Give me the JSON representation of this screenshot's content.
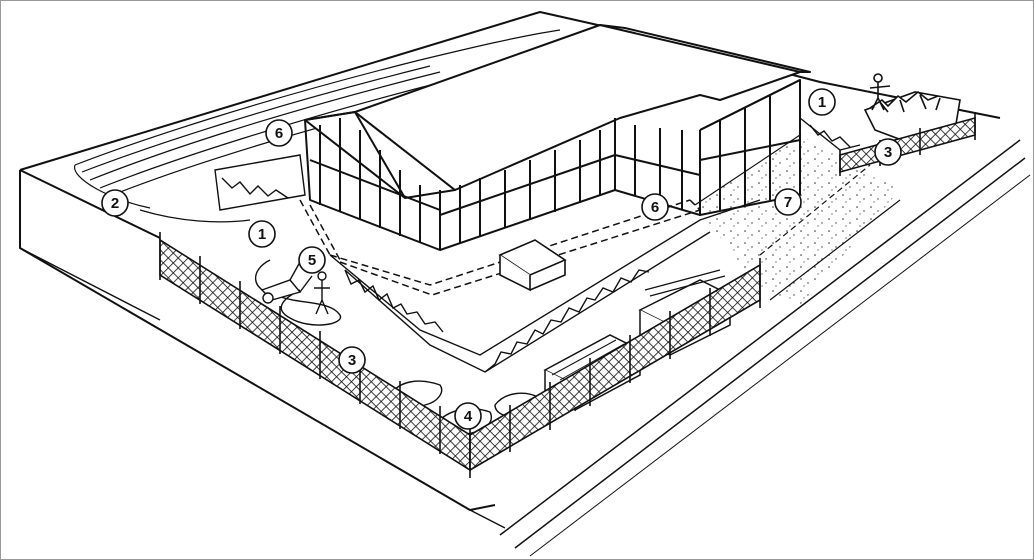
{
  "illustration": {
    "line_color": "#111111",
    "background": "#ffffff",
    "callouts": [
      {
        "id": "c1a",
        "label": "1"
      },
      {
        "id": "c1b",
        "label": "1"
      },
      {
        "id": "c2",
        "label": "2"
      },
      {
        "id": "c3a",
        "label": "3"
      },
      {
        "id": "c3b",
        "label": "3"
      },
      {
        "id": "c4",
        "label": "4"
      },
      {
        "id": "c5",
        "label": "5"
      },
      {
        "id": "c6a",
        "label": "6"
      },
      {
        "id": "c6b",
        "label": "6"
      },
      {
        "id": "c7",
        "label": "7"
      }
    ]
  }
}
